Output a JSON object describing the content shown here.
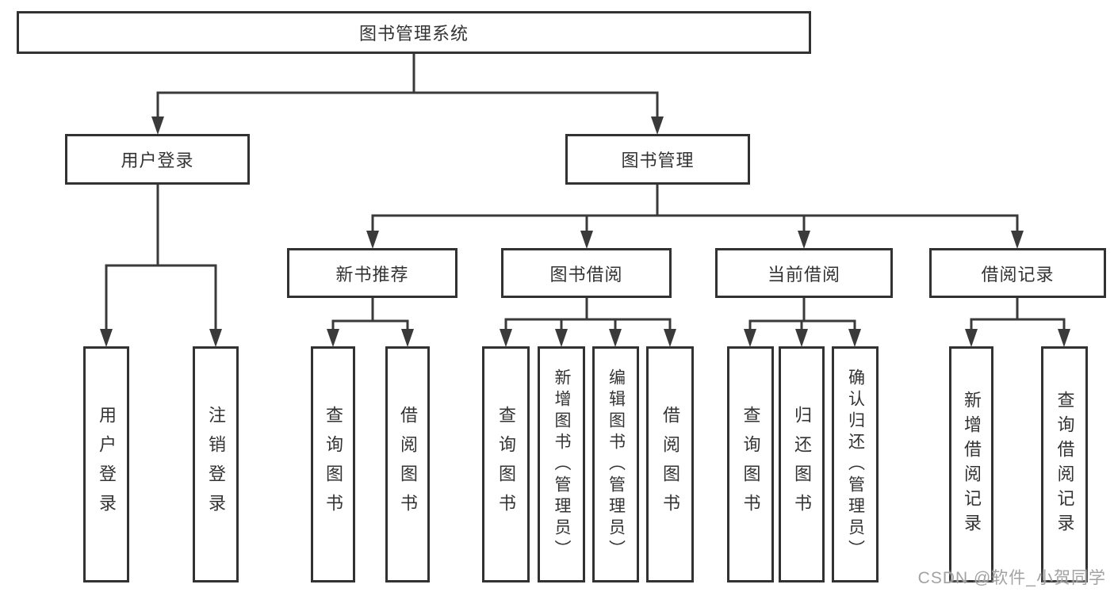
{
  "diagram": {
    "title": "图书管理系统",
    "nodes": [
      {
        "id": "root",
        "label": "图书管理系统"
      },
      {
        "id": "login",
        "label": "用户登录"
      },
      {
        "id": "mgmt",
        "label": "图书管理"
      },
      {
        "id": "rec",
        "label": "新书推荐"
      },
      {
        "id": "borrow",
        "label": "图书借阅"
      },
      {
        "id": "current",
        "label": "当前借阅"
      },
      {
        "id": "record",
        "label": "借阅记录"
      },
      {
        "id": "v1",
        "label": "用户登录"
      },
      {
        "id": "v2",
        "label": "注销登录"
      },
      {
        "id": "v3",
        "label": "查询图书"
      },
      {
        "id": "v4",
        "label": "借阅图书"
      },
      {
        "id": "v5",
        "label": "查询图书"
      },
      {
        "id": "v6",
        "label": "新增图书（管理员）"
      },
      {
        "id": "v7",
        "label": "编辑图书（管理员）"
      },
      {
        "id": "v8",
        "label": "借阅图书"
      },
      {
        "id": "v9",
        "label": "查询图书"
      },
      {
        "id": "v10",
        "label": "归还图书"
      },
      {
        "id": "v11",
        "label": "确认归还（管理员）"
      },
      {
        "id": "v12",
        "label": "新增借阅记录"
      },
      {
        "id": "v13",
        "label": "查询借阅记录"
      }
    ],
    "edges": [
      [
        "root",
        "login"
      ],
      [
        "root",
        "mgmt"
      ],
      [
        "login",
        "v1"
      ],
      [
        "login",
        "v2"
      ],
      [
        "mgmt",
        "rec"
      ],
      [
        "mgmt",
        "borrow"
      ],
      [
        "mgmt",
        "current"
      ],
      [
        "mgmt",
        "record"
      ],
      [
        "rec",
        "v3"
      ],
      [
        "rec",
        "v4"
      ],
      [
        "borrow",
        "v5"
      ],
      [
        "borrow",
        "v6"
      ],
      [
        "borrow",
        "v7"
      ],
      [
        "borrow",
        "v8"
      ],
      [
        "current",
        "v9"
      ],
      [
        "current",
        "v10"
      ],
      [
        "current",
        "v11"
      ],
      [
        "record",
        "v12"
      ],
      [
        "record",
        "v13"
      ]
    ]
  },
  "watermark": {
    "text": "CSDN @软件_小贺同学",
    "color": "#a2a2a2"
  },
  "colors": {
    "ink": "#333333",
    "line": "#3a3a3a",
    "background": "#ffffff"
  }
}
